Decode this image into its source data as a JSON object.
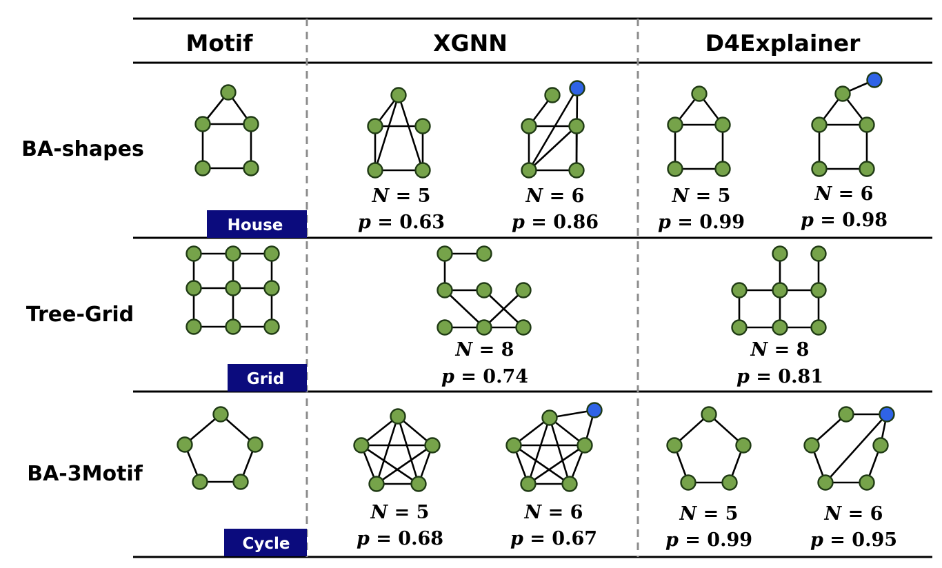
{
  "table": {
    "headers": {
      "motif": "Motif",
      "xgnn": "XGNN",
      "d4": "D4Explainer"
    },
    "rows": [
      {
        "label": "BA-shapes",
        "tag": "House",
        "xgnn": [
          {
            "n": "5",
            "p": "0.63"
          },
          {
            "n": "6",
            "p": "0.86"
          }
        ],
        "d4": [
          {
            "n": "5",
            "p": "0.99"
          },
          {
            "n": "6",
            "p": "0.98"
          }
        ]
      },
      {
        "label": "Tree-Grid",
        "tag": "Grid",
        "xgnn": [
          {
            "n": "8",
            "p": "0.74"
          }
        ],
        "d4": [
          {
            "n": "8",
            "p": "0.81"
          }
        ]
      },
      {
        "label": "BA-3Motif",
        "tag": "Cycle",
        "xgnn": [
          {
            "n": "5",
            "p": "0.68"
          },
          {
            "n": "6",
            "p": "0.67"
          }
        ],
        "d4": [
          {
            "n": "5",
            "p": "0.99"
          },
          {
            "n": "6",
            "p": "0.95"
          }
        ]
      }
    ]
  },
  "colors": {
    "node_green": "#76a34a",
    "node_blue": "#2f63e6",
    "tag_bg": "#0b0b7d",
    "divider_dash": "#8c8c8c"
  }
}
